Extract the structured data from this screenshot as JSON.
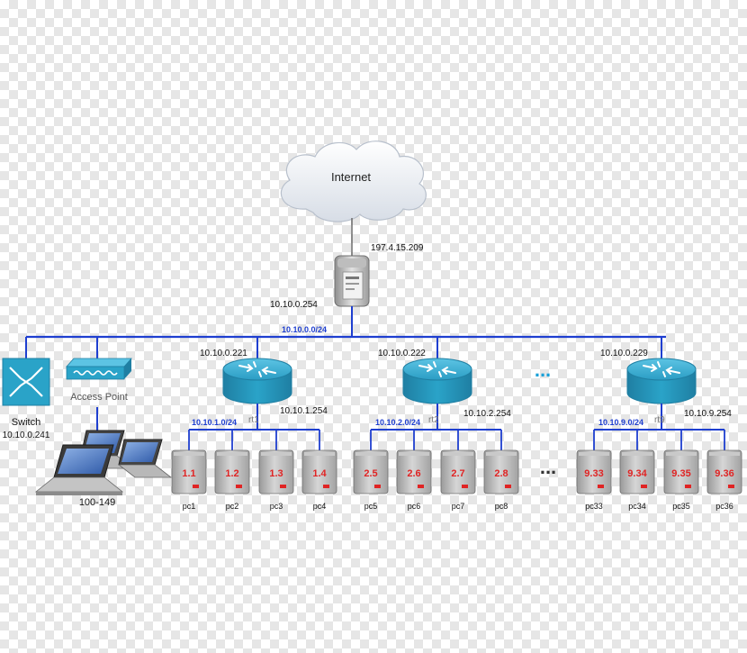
{
  "colors": {
    "bus": "#1f3fd0",
    "router": "#2aa3c8",
    "pc_label": "#e02424",
    "ellipsis_blue": "#1aa0d8"
  },
  "internet": {
    "label": "Internet",
    "public_ip": "197.4.15.209"
  },
  "gateway": {
    "icon": "server-tower-icon",
    "ip": "10.10.0.254",
    "network": "10.10.0.0/24"
  },
  "switch": {
    "icon": "switch-icon",
    "label": "Switch",
    "ip": "10.10.0.241"
  },
  "access_point": {
    "icon": "access-point-icon",
    "label": "Access Point",
    "clients": "100-149"
  },
  "laptops": {
    "icon": "laptop-icon"
  },
  "routers": [
    {
      "name": "rt1",
      "upstream_ip": "10.10.0.221",
      "gateway_ip": "10.10.1.254",
      "network": "10.10.1.0/24",
      "pcs": [
        {
          "num": "1.1",
          "name": "pc1"
        },
        {
          "num": "1.2",
          "name": "pc2"
        },
        {
          "num": "1.3",
          "name": "pc3"
        },
        {
          "num": "1.4",
          "name": "pc4"
        }
      ]
    },
    {
      "name": "rt2",
      "upstream_ip": "10.10.0.222",
      "gateway_ip": "10.10.2.254",
      "network": "10.10.2.0/24",
      "pcs": [
        {
          "num": "2.5",
          "name": "pc5"
        },
        {
          "num": "2.6",
          "name": "pc6"
        },
        {
          "num": "2.7",
          "name": "pc7"
        },
        {
          "num": "2.8",
          "name": "pc8"
        }
      ]
    },
    {
      "name": "rt9",
      "upstream_ip": "10.10.0.229",
      "gateway_ip": "10.10.9.254",
      "network": "10.10.9.0/24",
      "pcs": [
        {
          "num": "9.33",
          "name": "pc33"
        },
        {
          "num": "9.34",
          "name": "pc34"
        },
        {
          "num": "9.35",
          "name": "pc35"
        },
        {
          "num": "9.36",
          "name": "pc36"
        }
      ]
    }
  ],
  "ellipsis": {
    "routers": "...",
    "pcs": "..."
  }
}
